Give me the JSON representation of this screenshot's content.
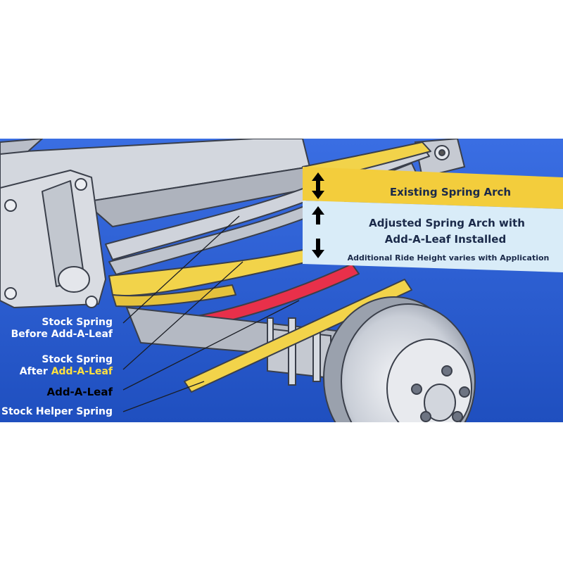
{
  "callouts": {
    "existing": "Existing Spring Arch",
    "adjusted_line1": "Adjusted Spring Arch with",
    "adjusted_line2": "Add-A-Leaf Installed",
    "note": "Additional Ride Height varies with Application"
  },
  "labels": {
    "stock_before_line1": "Stock Spring",
    "stock_before_line2": "Before Add-A-Leaf",
    "stock_after_line1": "Stock Spring",
    "stock_after_prefix": "After",
    "stock_after_highlight": "Add-A-Leaf",
    "add_a_leaf": "Add-A-Leaf",
    "helper": "Stock Helper Spring"
  },
  "colors": {
    "background": "#2c5fd6",
    "metal": "#cfd3db",
    "stock_spring": "#f2d34a",
    "add_a_leaf": "#e8304a",
    "callout_yellow": "#f3cd3c",
    "callout_light": "#d9ecf8"
  }
}
